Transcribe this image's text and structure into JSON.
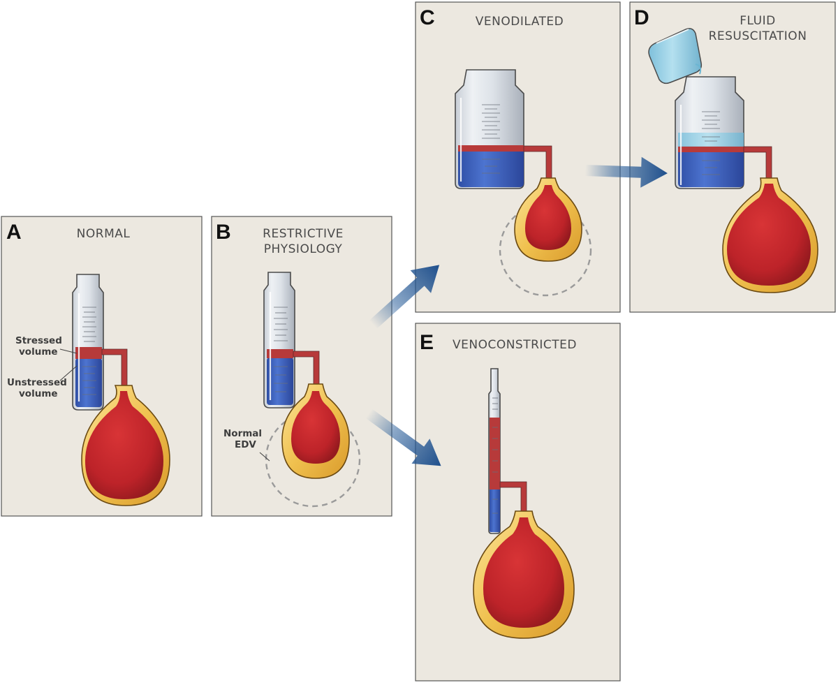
{
  "panels": {
    "a": {
      "letter": "A",
      "title_lines": [
        "NORMAL"
      ]
    },
    "b": {
      "letter": "B",
      "title_lines": [
        "RESTRICTIVE",
        "PHYSIOLOGY"
      ]
    },
    "c": {
      "letter": "C",
      "title_lines": [
        "VENODILATED"
      ]
    },
    "d": {
      "letter": "D",
      "title_lines": [
        "FLUID",
        "RESUSCITATION"
      ]
    },
    "e": {
      "letter": "E",
      "title_lines": [
        "VENOCONSTRICTED"
      ]
    }
  },
  "labels": {
    "stressed_volume": [
      "Stressed",
      "volume"
    ],
    "unstressed_volume": [
      "Unstressed",
      "volume"
    ],
    "normal_edv": [
      "Normal",
      "EDV"
    ]
  },
  "colors": {
    "panel_background": "#ece8e0",
    "blood_red": "#c2282c",
    "stressed_red": "#b73a3a",
    "unstressed_blue": "#3b5fb8",
    "chamber_wall_gold": "#f1c45a",
    "infused_fluid": "#8ccbe0",
    "arrow_blue": "#2b5f9a"
  },
  "icons": [
    "measuring-cylinder-icon",
    "wide-jar-icon",
    "flask-ventricle-icon",
    "beaker-pour-icon",
    "direction-arrow-icon"
  ]
}
